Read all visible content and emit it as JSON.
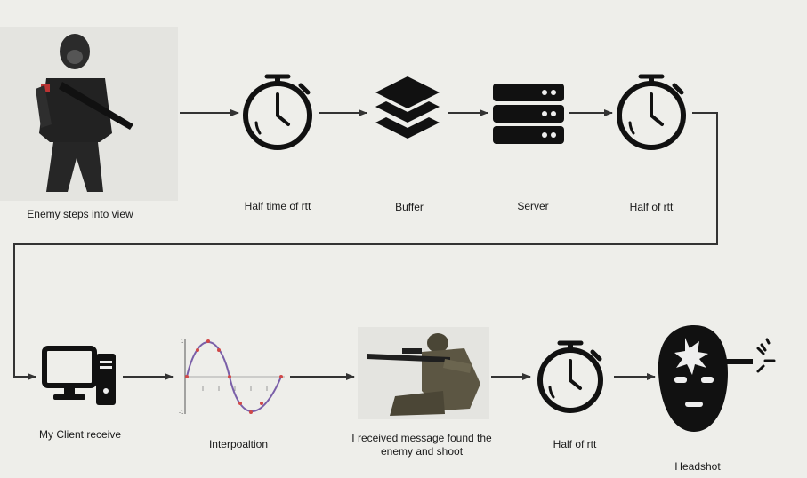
{
  "nodes": [
    {
      "id": "enemy",
      "label": "Enemy steps into view",
      "icon": "soldier-standing-photo"
    },
    {
      "id": "rtt1",
      "label": "Half time of rtt",
      "icon": "stopwatch-icon"
    },
    {
      "id": "buffer",
      "label": "Buffer",
      "icon": "layers-stack-icon"
    },
    {
      "id": "server",
      "label": "Server",
      "icon": "server-rack-icon"
    },
    {
      "id": "rtt2",
      "label": "Half of rtt",
      "icon": "stopwatch-icon"
    },
    {
      "id": "client",
      "label": "My Client receive",
      "icon": "desktop-computer-icon"
    },
    {
      "id": "interp",
      "label": "Interpoaltion",
      "icon": "sine-wave-chart-icon"
    },
    {
      "id": "shoot",
      "label": "I received message found the\nenemy and shoot",
      "icon": "soldier-kneeling-photo"
    },
    {
      "id": "rtt3",
      "label": "Half of rtt",
      "icon": "stopwatch-icon"
    },
    {
      "id": "headshot",
      "label": "Headshot",
      "icon": "head-hit-icon"
    }
  ],
  "colors": {
    "background": "#eeeeea",
    "ink": "#111111",
    "arrow": "#333333",
    "curve": "#7a5fa8",
    "dots": "#d04848"
  }
}
